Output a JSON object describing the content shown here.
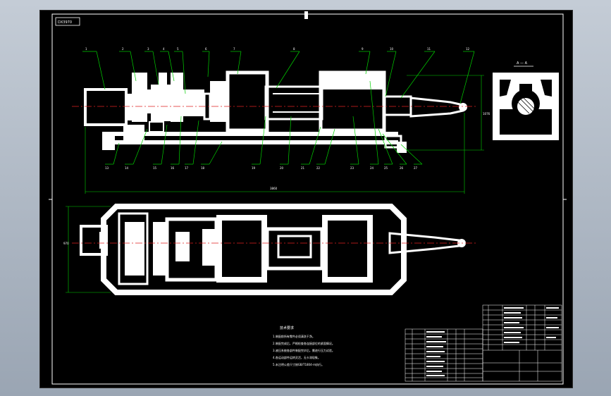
{
  "drawing": {
    "code_box": "DX3970",
    "section_label": "A — A",
    "notes_title": "技术要求",
    "notes": [
      "1.装配前所有零件必须清洗干净。",
      "2.装配完成后，严格检查各连接部位的紧固情况。",
      "3.液压系统各部件装配完毕后，需进行压力试验。",
      "4.各运动部件运转灵活，无卡滞现象。",
      "5.未注明公差尺寸按GB/T1804-m执行。"
    ],
    "callouts_top": [
      "1",
      "2",
      "3",
      "4",
      "5",
      "6",
      "7",
      "8",
      "9",
      "10",
      "11",
      "12"
    ],
    "callouts_bottom": [
      "13",
      "14",
      "15",
      "16",
      "17",
      "18",
      "19",
      "20",
      "21",
      "22",
      "23",
      "24",
      "25",
      "26",
      "27"
    ],
    "dims": {
      "overall_length": "3860",
      "height": "1076",
      "width": "970"
    },
    "colors": {
      "sheet": "#000000",
      "lines": "#ffffff",
      "leaders": "#00d000",
      "axis": "#e02020"
    }
  }
}
